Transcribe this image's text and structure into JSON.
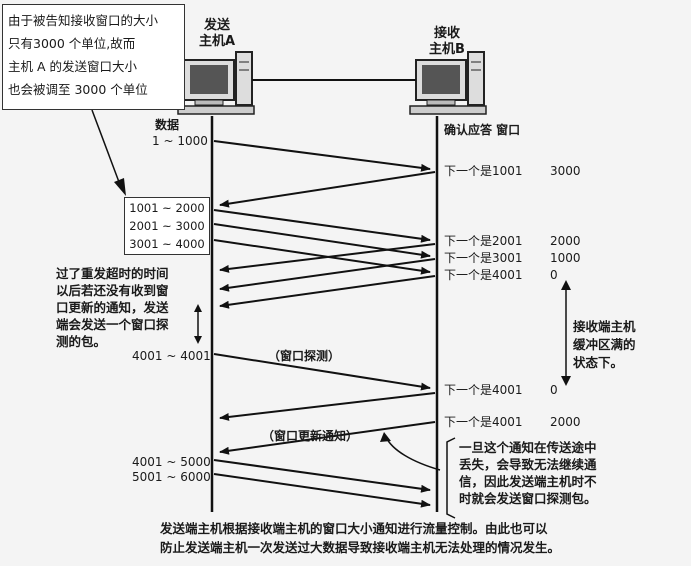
{
  "callout": {
    "lines": [
      "由于被告知接收窗口的大小",
      "只有3000 个单位,故而",
      "主机 A 的发送窗口大小",
      "也会被调至 3000 个单位"
    ]
  },
  "host_a": {
    "line1": "发送",
    "line2": "主机A"
  },
  "host_b": {
    "line1": "接收",
    "line2": "主机B"
  },
  "data_header": "数据",
  "ack_header": "确认应答 窗口",
  "segments": {
    "s1": "1 ~ 1000",
    "s2": "1001 ~ 2000",
    "s3": "2001 ~ 3000",
    "s4": "3001 ~ 4000",
    "s5": "4001 ~ 4001",
    "s6": "4001 ~ 5000",
    "s7": "5001 ~ 6000"
  },
  "acks": [
    {
      "next": "下一个是1001",
      "window": "3000"
    },
    {
      "next": "下一个是2001",
      "window": "2000"
    },
    {
      "next": "下一个是3001",
      "window": "1000"
    },
    {
      "next": "下一个是4001",
      "window": "0"
    },
    {
      "next": "下一个是4001",
      "window": "0"
    },
    {
      "next": "下一个是4001",
      "window": "2000"
    }
  ],
  "probe_label": "（窗口探测）",
  "update_label": "（窗口更新通知）",
  "left_note": [
    "过了重发超时的时间",
    "以后若还没有收到窗",
    "口更新的通知，发送",
    "端会发送一个窗口探",
    "测的包。"
  ],
  "right_note": [
    "接收端主机",
    "缓冲区满的",
    "状态下。"
  ],
  "loss_note": [
    "一旦这个通知在传送途中",
    "丢失，会导致无法继续通",
    "信，因此发送端主机时不",
    "时就会发送窗口探测包。"
  ],
  "caption": [
    "发送端主机根据接收端主机的窗口大小通知进行流量控制。由此也可以",
    "防止发送端主机一次发送过大数据导致接收端主机无法处理的情况发生。"
  ]
}
